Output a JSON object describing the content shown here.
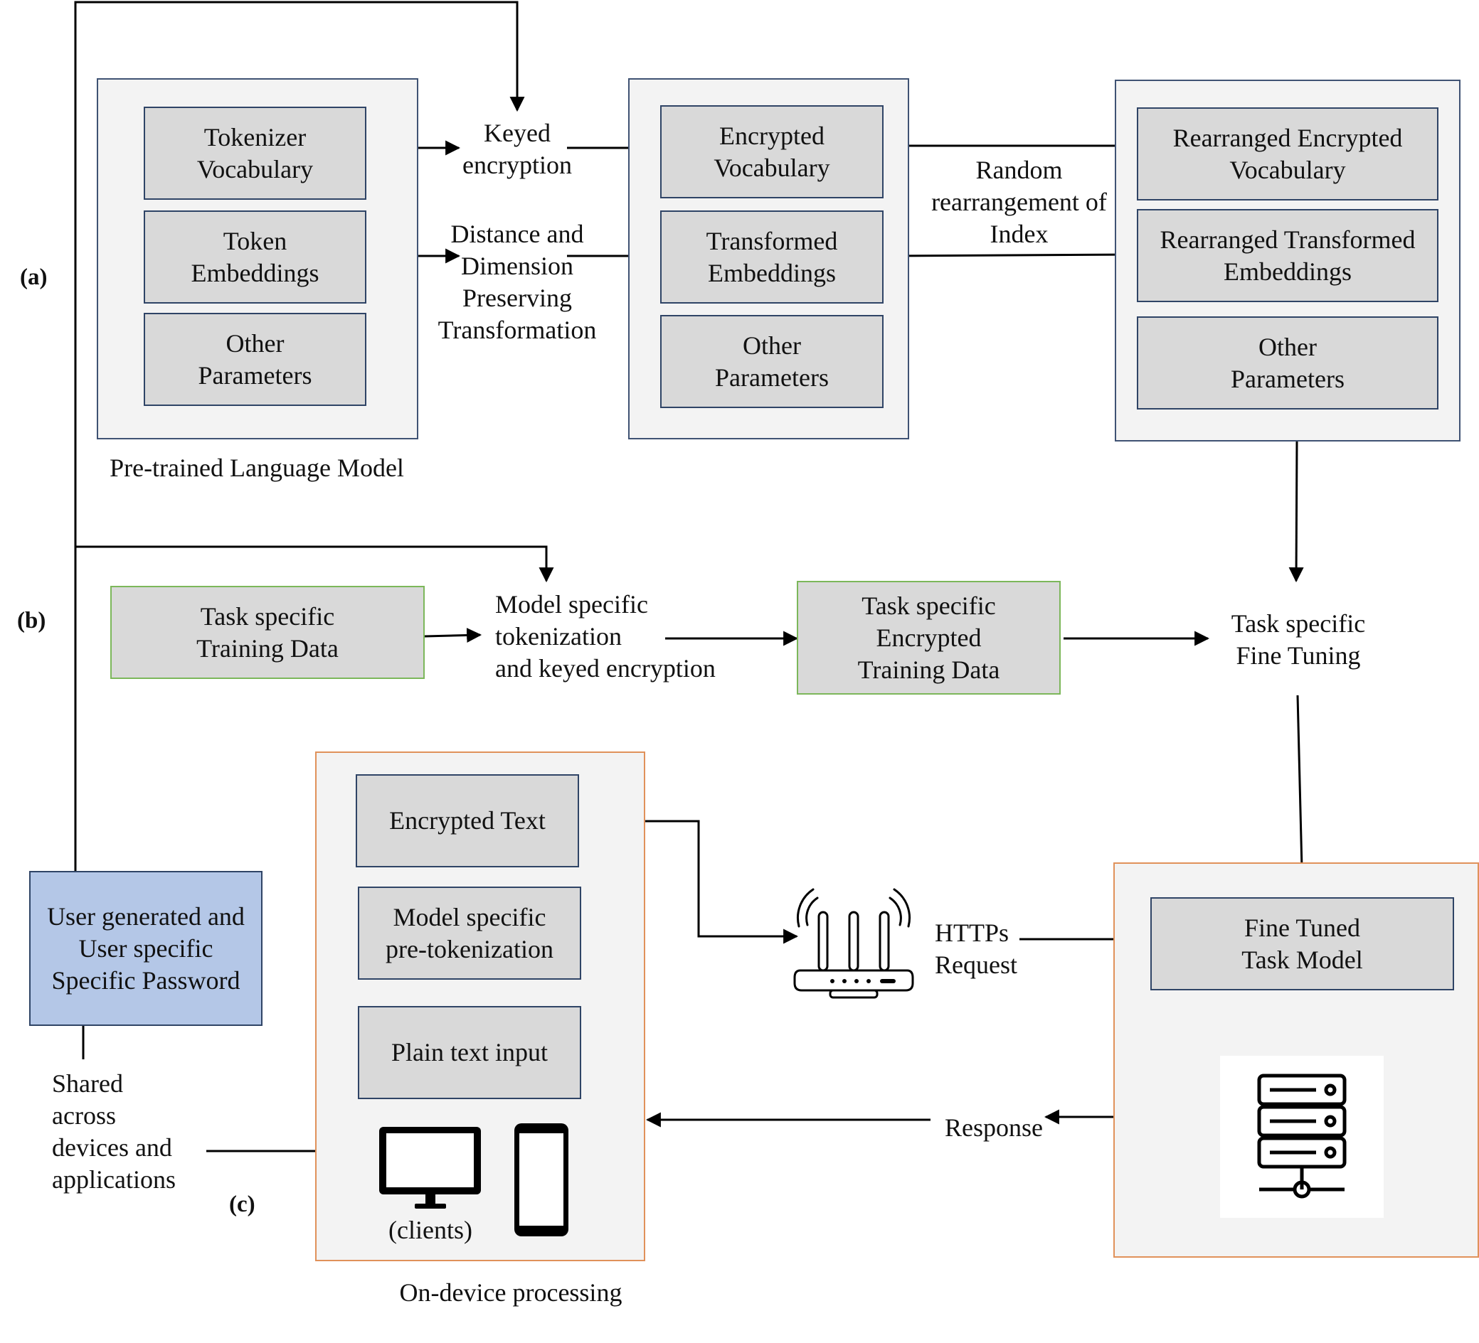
{
  "section_a": {
    "tag": "(a)",
    "plm": {
      "caption": "Pre-trained Language Model",
      "tokenizer_vocabulary": "Tokenizer\nVocabulary",
      "token_embeddings": "Token\nEmbeddings",
      "other_parameters": "Other\nParameters"
    },
    "keyed_encryption": "Keyed\nencryption",
    "distance_transform": "Distance and\nDimension\nPreserving\nTransformation",
    "encrypted_model": {
      "encrypted_vocabulary": "Encrypted\nVocabulary",
      "transformed_embeddings": "Transformed\nEmbeddings",
      "other_parameters": "Other\nParameters"
    },
    "random_rearrangement": "Random\nrearrangement of\nIndex",
    "rearranged_model": {
      "rearranged_vocabulary": "Rearranged Encrypted\nVocabulary",
      "rearranged_embeddings": "Rearranged Transformed\nEmbeddings",
      "other_parameters": "Other\nParameters"
    }
  },
  "section_b": {
    "tag": "(b)",
    "training_data": "Task specific\nTraining Data",
    "tokenization": "Model specific\ntokenization\nand keyed encryption",
    "encrypted_training_data": "Task specific\nEncrypted\nTraining Data",
    "fine_tuning": "Task specific\nFine Tuning"
  },
  "section_c": {
    "tag": "(c)",
    "password": "User generated and\nUser specific\nSpecific Password",
    "shared": "Shared\nacross\ndevices and\napplications",
    "on_device": {
      "caption": "On-device processing",
      "encrypted_text": "Encrypted Text",
      "pre_tokenization": "Model specific\npre-tokenization",
      "plain_text": "Plain text input",
      "clients": "(clients)"
    },
    "https_request": "HTTPs\nRequest",
    "response": "Response",
    "fine_tuned_model": "Fine Tuned\nTask Model"
  },
  "icons": [
    "monitor-icon",
    "phone-icon",
    "router-icon",
    "server-icon"
  ],
  "colors": {
    "box_fill": "#d9d9d9",
    "frame_fill": "#f3f3f3",
    "navy_border": "#2f4466",
    "green_border": "#7cb75a",
    "orange_border": "#e0915a",
    "password_fill": "#b4c7e7"
  }
}
